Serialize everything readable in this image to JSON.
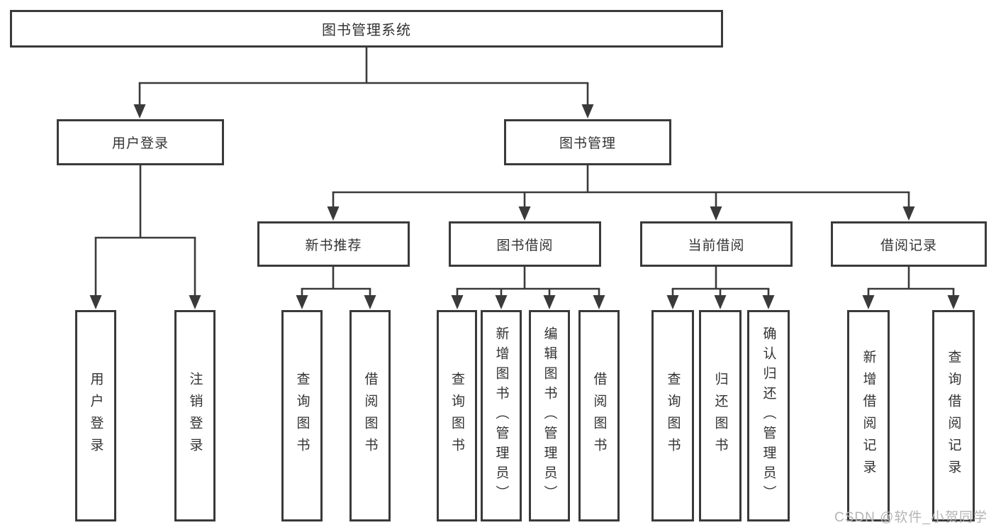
{
  "diagram": {
    "root": {
      "label": "图书管理系统"
    },
    "branches": [
      {
        "label": "用户登录",
        "children": [
          {
            "label": "用户登录"
          },
          {
            "label": "注销登录"
          }
        ]
      },
      {
        "label": "图书管理",
        "children": [
          {
            "label": "新书推荐",
            "children": [
              {
                "label": "查询图书"
              },
              {
                "label": "借阅图书"
              }
            ]
          },
          {
            "label": "图书借阅",
            "children": [
              {
                "label": "查询图书"
              },
              {
                "label": "新增图书（管理员）"
              },
              {
                "label": "编辑图书（管理员）"
              },
              {
                "label": "借阅图书"
              }
            ]
          },
          {
            "label": "当前借阅",
            "children": [
              {
                "label": "查询图书"
              },
              {
                "label": "归还图书"
              },
              {
                "label": "确认归还（管理员）"
              }
            ]
          },
          {
            "label": "借阅记录",
            "children": [
              {
                "label": "新增借阅记录"
              },
              {
                "label": "查询借阅记录"
              }
            ]
          }
        ]
      }
    ]
  },
  "watermark": {
    "text": "CSDN @软件_小贺同学"
  },
  "colors": {
    "line": "#3a3a3a",
    "text": "#333333",
    "watermark": "#b4b4b4",
    "background": "#ffffff"
  }
}
